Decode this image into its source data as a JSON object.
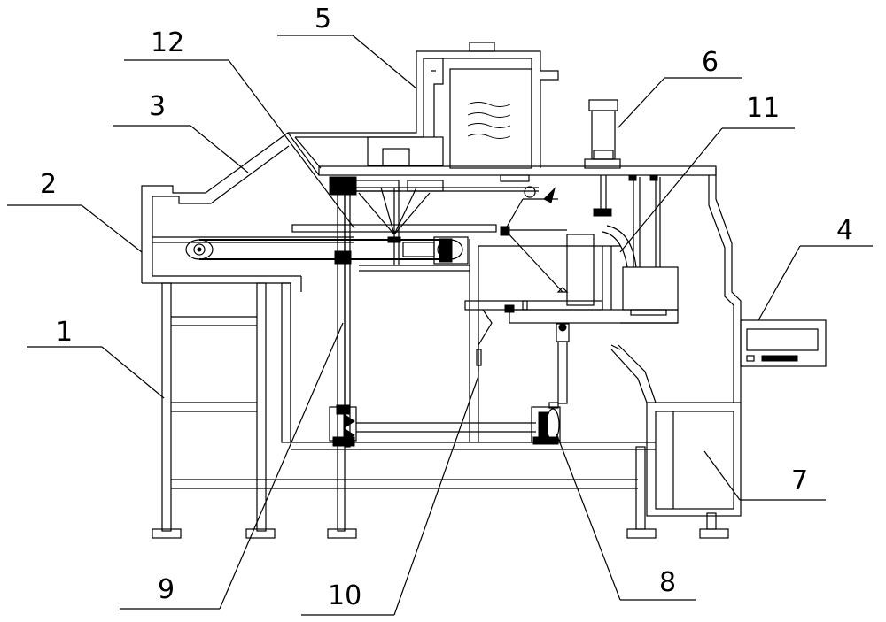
{
  "labels": [
    {
      "id": "1",
      "text": "1"
    },
    {
      "id": "2",
      "text": "2"
    },
    {
      "id": "3",
      "text": "3"
    },
    {
      "id": "4",
      "text": "4"
    },
    {
      "id": "5",
      "text": "5"
    },
    {
      "id": "6",
      "text": "6"
    },
    {
      "id": "7",
      "text": "7"
    },
    {
      "id": "8",
      "text": "8"
    },
    {
      "id": "9",
      "text": "9"
    },
    {
      "id": "10",
      "text": "10"
    },
    {
      "id": "11",
      "text": "11"
    },
    {
      "id": "12",
      "text": "12"
    }
  ]
}
